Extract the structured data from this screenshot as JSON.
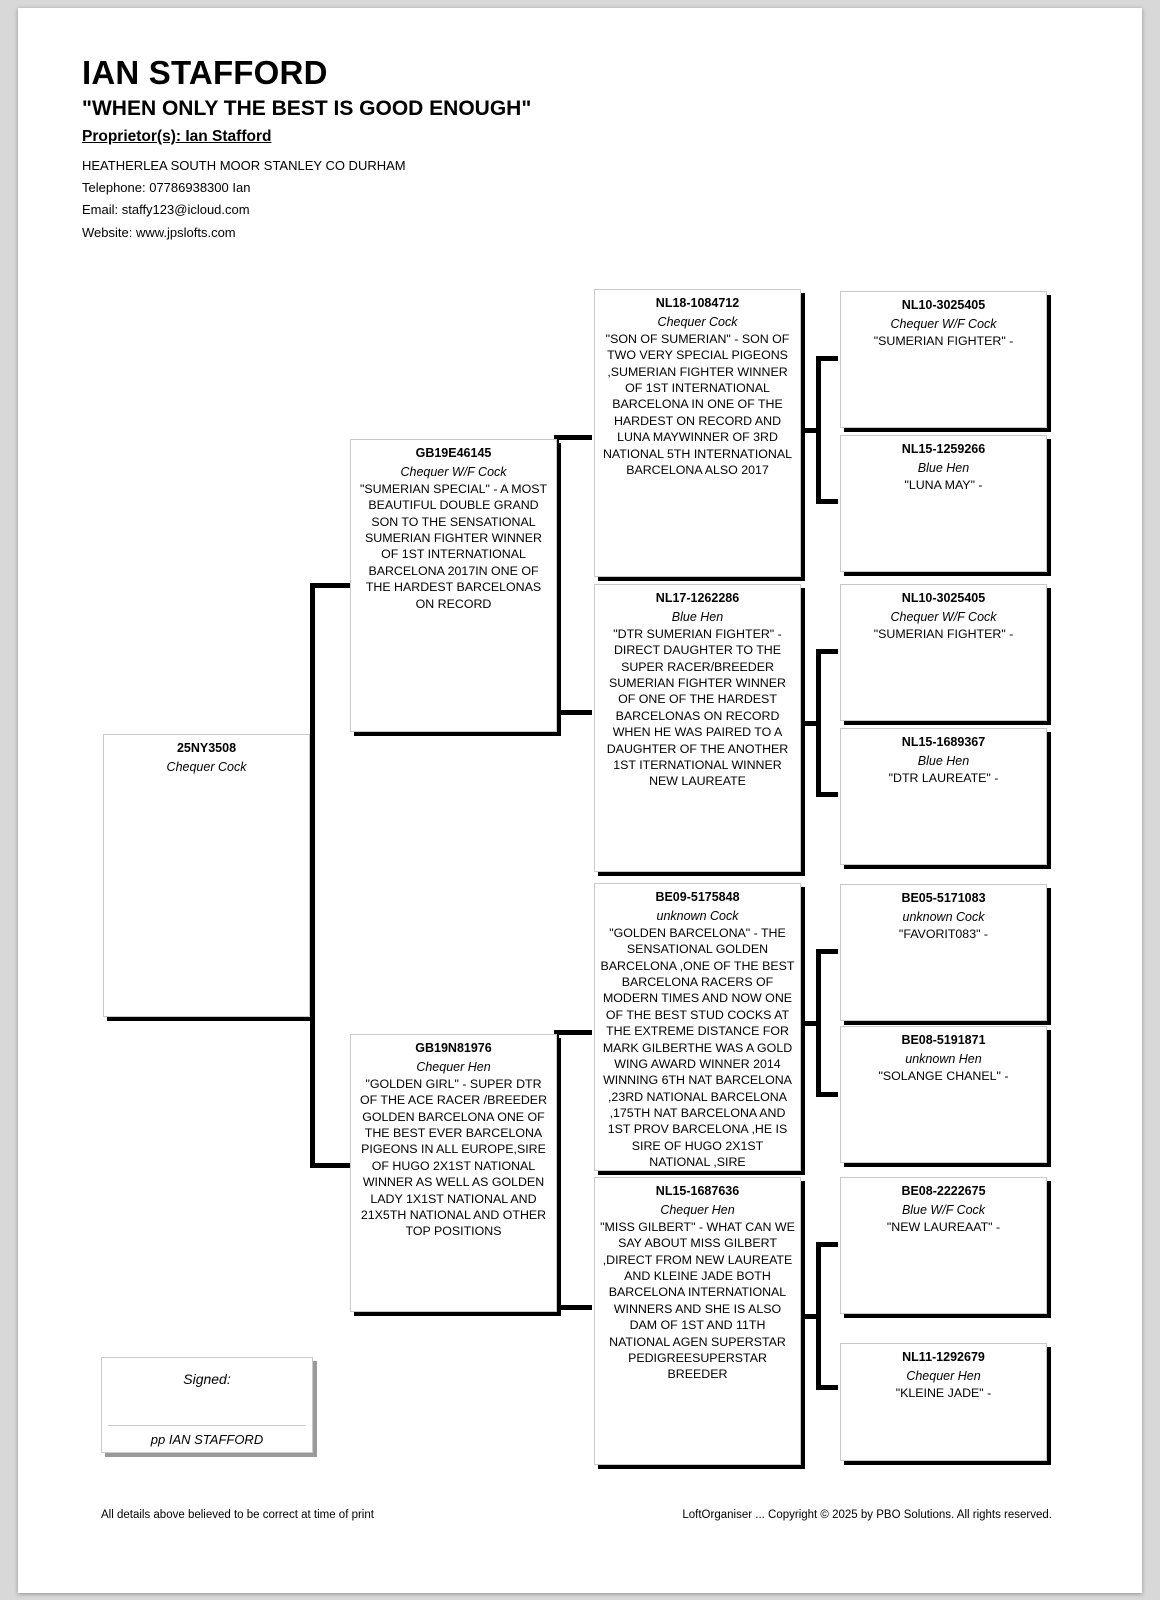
{
  "header": {
    "loft_name": "IAN STAFFORD",
    "slogan": "\"WHEN ONLY THE BEST IS GOOD ENOUGH\"",
    "proprietor": "Proprietor(s): Ian Stafford",
    "address": "HEATHERLEA SOUTH MOOR STANLEY CO DURHAM",
    "telephone": "Telephone: 07786938300 Ian",
    "email": "Email: staffy123@icloud.com",
    "website": "Website: www.jpslofts.com"
  },
  "pedigree": {
    "subject": {
      "ring": "25NY3508",
      "colour": "Chequer Cock",
      "notes": ""
    },
    "sire": {
      "ring": "GB19E46145",
      "colour": "Chequer W/F Cock",
      "notes": "\"SUMERIAN SPECIAL\" - A MOST BEAUTIFUL DOUBLE GRAND SON TO THE SENSATIONAL SUMERIAN FIGHTER WINNER OF 1ST INTERNATIONAL BARCELONA 2017IN ONE OF THE HARDEST BARCELONAS ON RECORD"
    },
    "dam": {
      "ring": "GB19N81976",
      "colour": "Chequer Hen",
      "notes": "\"GOLDEN GIRL\" - SUPER DTR OF THE ACE RACER /BREEDER GOLDEN BARCELONA ONE OF THE BEST EVER BARCELONA PIGEONS IN ALL EUROPE,SIRE OF HUGO 2X1ST NATIONAL WINNER AS WELL AS GOLDEN LADY 1X1ST NATIONAL AND 21X5TH NATIONAL AND OTHER TOP POSITIONS"
    },
    "sire_sire": {
      "ring": "NL18-1084712",
      "colour": "Chequer Cock",
      "notes": "\"SON OF SUMERIAN\" - SON OF TWO VERY SPECIAL PIGEONS ,SUMERIAN FIGHTER WINNER OF 1ST INTERNATIONAL BARCELONA IN ONE OF THE HARDEST ON RECORD AND LUNA MAYWINNER OF 3RD NATIONAL 5TH INTERNATIONAL BARCELONA ALSO 2017"
    },
    "sire_dam": {
      "ring": "NL17-1262286",
      "colour": "Blue Hen",
      "notes": "\"DTR SUMERIAN FIGHTER\" - DIRECT DAUGHTER TO THE SUPER RACER/BREEDER SUMERIAN FIGHTER WINNER OF ONE OF THE HARDEST BARCELONAS ON RECORD WHEN HE WAS PAIRED TO A DAUGHTER OF THE ANOTHER 1ST ITERNATIONAL WINNER NEW LAUREATE"
    },
    "dam_sire": {
      "ring": "BE09-5175848",
      "colour": "unknown Cock",
      "notes": "\"GOLDEN BARCELONA\" - THE SENSATIONAL GOLDEN BARCELONA ,ONE OF THE BEST BARCELONA RACERS OF MODERN TIMES AND NOW ONE OF THE BEST STUD COCKS AT THE EXTREME DISTANCE FOR MARK GILBERTHE WAS A GOLD WING AWARD WINNER 2014 WINNING 6TH NAT BARCELONA ,23RD NATIONAL BARCELONA ,175TH NAT BARCELONA AND 1ST PROV BARCELONA ,HE IS SIRE OF HUGO 2X1ST NATIONAL ,SIRE"
    },
    "dam_dam": {
      "ring": "NL15-1687636",
      "colour": "Chequer Hen",
      "notes": "\"MISS GILBERT\" - WHAT CAN WE SAY ABOUT MISS GILBERT ,DIRECT FROM NEW LAUREATE AND KLEINE JADE BOTH BARCELONA INTERNATIONAL WINNERS AND SHE IS ALSO DAM OF 1ST AND 11TH NATIONAL AGEN SUPERSTAR PEDIGREESUPERSTAR BREEDER"
    },
    "ss_sire": {
      "ring": "NL10-3025405",
      "colour": "Chequer W/F Cock",
      "notes": "\"SUMERIAN FIGHTER\" -"
    },
    "ss_dam": {
      "ring": "NL15-1259266",
      "colour": "Blue Hen",
      "notes": "\"LUNA MAY\" -"
    },
    "sd_sire": {
      "ring": "NL10-3025405",
      "colour": "Chequer W/F Cock",
      "notes": "\"SUMERIAN FIGHTER\" -"
    },
    "sd_dam": {
      "ring": "NL15-1689367",
      "colour": "Blue Hen",
      "notes": "\"DTR LAUREATE\" -"
    },
    "ds_sire": {
      "ring": "BE05-5171083",
      "colour": "unknown Cock",
      "notes": "\"FAVORIT083\" -"
    },
    "ds_dam": {
      "ring": "BE08-5191871",
      "colour": "unknown Hen",
      "notes": "\"SOLANGE CHANEL\" -"
    },
    "dd_sire": {
      "ring": "BE08-2222675",
      "colour": "Blue W/F Cock",
      "notes": "\"NEW LAUREAAT\" -"
    },
    "dd_dam": {
      "ring": "NL11-1292679",
      "colour": "Chequer Hen",
      "notes": "\"KLEINE JADE\" -"
    }
  },
  "signature": {
    "label": "Signed:",
    "name": "pp IAN STAFFORD"
  },
  "footer": {
    "left": "All details above believed to be correct at time of print",
    "right": "LoftOrganiser ... Copyright © 2025 by PBO Solutions. All rights reserved."
  }
}
